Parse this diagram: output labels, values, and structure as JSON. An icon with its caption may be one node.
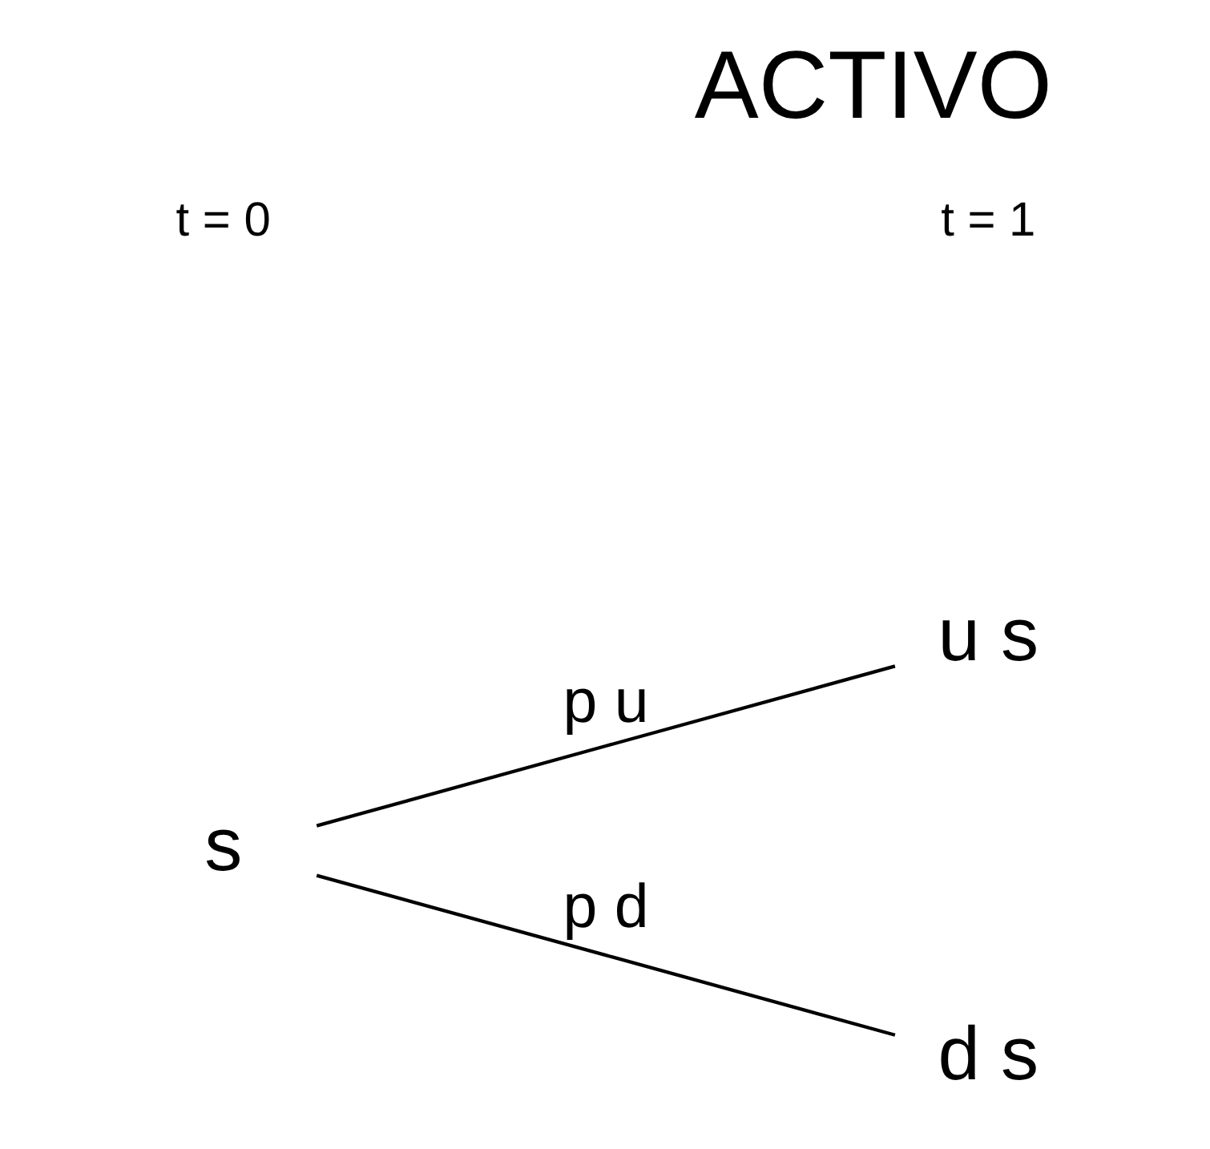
{
  "diagram": {
    "title": "ACTIVO",
    "nodes": [
      {
        "text": [
          "s"
        ]
      },
      {
        "text": [
          "u s"
        ]
      },
      {
        "text": [
          "d s"
        ]
      }
    ],
    "edges": [
      {
        "from": 0,
        "to": 1,
        "arrow": "none",
        "label": "p u"
      },
      {
        "from": 0,
        "to": 2,
        "arrow": "none",
        "label": "p d"
      }
    ],
    "labels": [
      "t = 0",
      "t = 1"
    ]
  }
}
